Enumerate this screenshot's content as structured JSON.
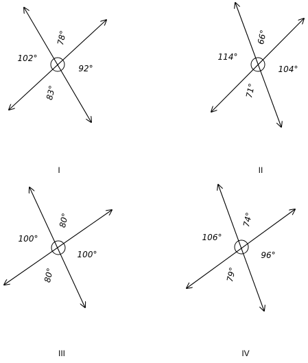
{
  "figures": [
    {
      "caption": "I",
      "angles": {
        "top": "78°",
        "left": "102°",
        "right": "92°",
        "bottom": "83°"
      }
    },
    {
      "caption": "II",
      "angles": {
        "top": "66°",
        "left": "114°",
        "right": "104°",
        "bottom": "71°"
      }
    },
    {
      "caption": "III",
      "angles": {
        "top": "80°",
        "left": "100°",
        "right": "100°",
        "bottom": "80°"
      }
    },
    {
      "caption": "IV",
      "angles": {
        "top": "74°",
        "left": "106°",
        "right": "96°",
        "bottom": "79°"
      }
    }
  ]
}
